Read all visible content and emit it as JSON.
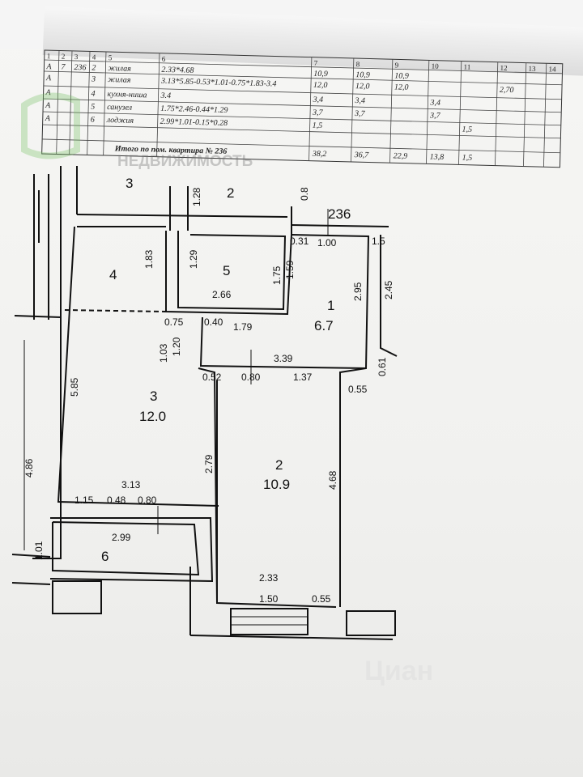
{
  "table": {
    "headers": [
      "1",
      "2",
      "3",
      "4",
      "5",
      "6",
      "7",
      "8",
      "9",
      "10",
      "11",
      "12",
      "13",
      "14"
    ],
    "rows": [
      [
        "А",
        "7",
        "236",
        "2",
        "жилая",
        "2.33*4.68",
        "10,9",
        "10,9",
        "10,9",
        "",
        "",
        "",
        "",
        ""
      ],
      [
        "А",
        "",
        "",
        "3",
        "жилая",
        "3.13*5.85-0.53*1.01-0.75*1.83-3.4",
        "12,0",
        "12,0",
        "12,0",
        "",
        "",
        "2,70",
        "",
        ""
      ],
      [
        "А",
        "",
        "",
        "4",
        "кухня-ниша",
        "3.4",
        "3,4",
        "3,4",
        "",
        "3,4",
        "",
        "",
        "",
        ""
      ],
      [
        "А",
        "",
        "",
        "5",
        "санузел",
        "1.75*2.46-0.44*1.29",
        "3,7",
        "3,7",
        "",
        "3,7",
        "",
        "",
        "",
        ""
      ],
      [
        "А",
        "",
        "",
        "6",
        "лоджия",
        "2.99*1.01-0.15*0.28",
        "1,5",
        "",
        "",
        "",
        "1,5",
        "",
        "",
        ""
      ]
    ],
    "total_label": "Итого по пом. квартира № 236",
    "totals": [
      "38,2",
      "36,7",
      "22,9",
      "13,8",
      "1,5"
    ]
  },
  "watermark": {
    "brand": "НЕДВИЖИМОСТЬ",
    "site": "Циан"
  },
  "plan": {
    "apartment_number": "236",
    "rooms": [
      {
        "num": "1",
        "area": "6.7"
      },
      {
        "num": "2",
        "area": "10.9"
      },
      {
        "num": "3",
        "area": "12.0"
      },
      {
        "num": "4",
        "area": ""
      },
      {
        "num": "5",
        "area": ""
      },
      {
        "num": "6",
        "area": ""
      }
    ],
    "neighbor_labels": [
      "3",
      "2"
    ],
    "dims": [
      "1.83",
      "1.29",
      "1.75",
      "2.66",
      "1.79",
      "0.75",
      "1.20",
      "3.39",
      "0.52",
      "0.80",
      "1.37",
      "5.85",
      "2.79",
      "3.13",
      "1.15",
      "0.48",
      "0.80",
      "2.99",
      "1.01",
      "4.68",
      "2.33",
      "1.50",
      "0.55",
      "2.95",
      "2.45",
      "0.31",
      "1.00",
      "0.55",
      "0.61",
      "4.86",
      "1.28",
      "1.5",
      "0.8",
      "1.59",
      "1.03",
      "0.40"
    ]
  }
}
